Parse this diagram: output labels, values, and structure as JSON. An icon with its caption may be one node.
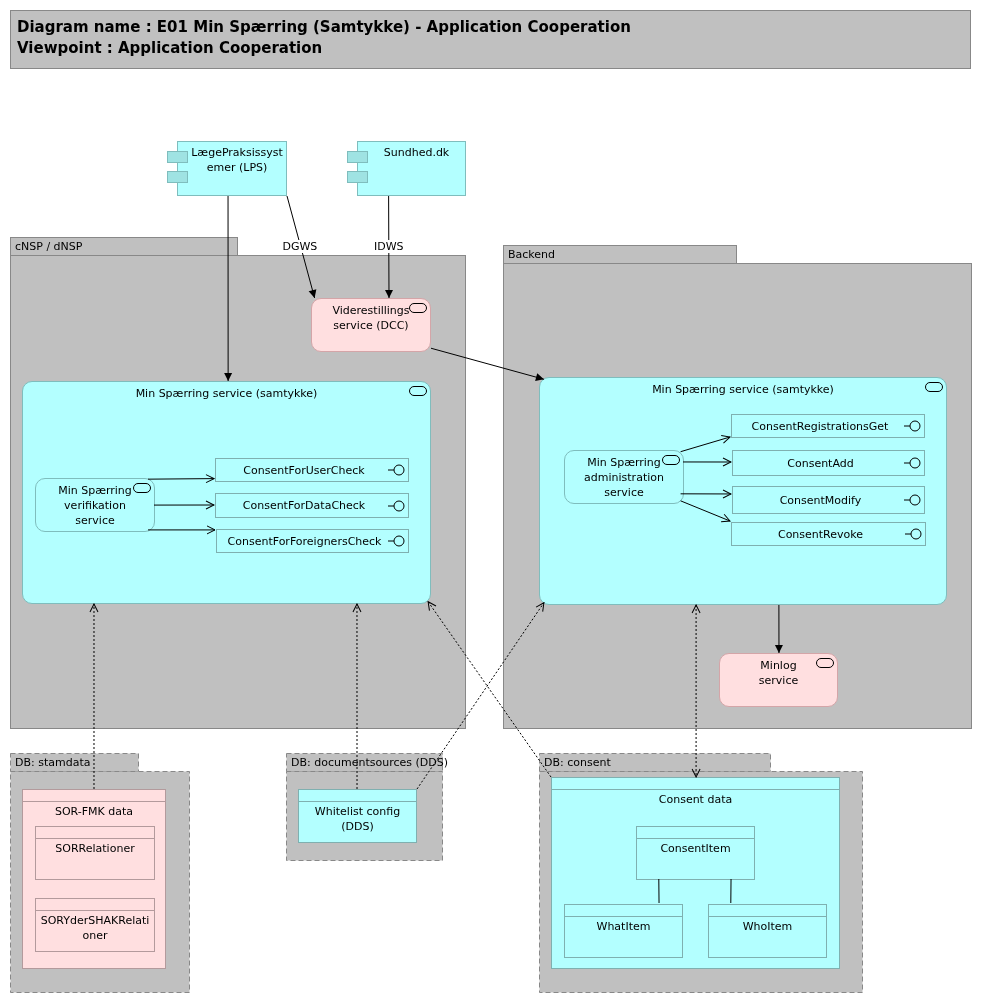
{
  "diagram": {
    "title": "Diagram name : E01 Min Spærring (Samtykke) - Application Cooperation",
    "nodes": [
      {
        "text": [
          "LægePraksissystemer (LPS)"
        ]
      },
      {
        "text": [
          "Sundhed.dk"
        ]
      },
      {
        "text": [
          "cNSP / dNSP"
        ]
      },
      {
        "text": [
          "Viderestillings service (DCC)"
        ],
        "in": 2
      },
      {
        "text": [
          "Min Spærring service (samtykke)"
        ],
        "in": 2
      },
      {
        "text": [
          "Min Spærring verifikation service"
        ],
        "in": 4
      },
      {
        "text": [
          "ConsentForUserCheck"
        ],
        "in": 4
      },
      {
        "text": [
          "ConsentForDataCheck"
        ],
        "in": 4
      },
      {
        "text": [
          "ConsentForForeignersCheck"
        ],
        "in": 4
      },
      {
        "text": [
          "Backend"
        ]
      },
      {
        "text": [
          "Min Spærring service (samtykke)"
        ],
        "in": 9
      },
      {
        "text": [
          "Min Spærring administration service"
        ],
        "in": 10
      },
      {
        "text": [
          "ConsentRegistrationsGet"
        ],
        "in": 10
      },
      {
        "text": [
          "ConsentAdd"
        ],
        "in": 10
      },
      {
        "text": [
          "ConsentModify"
        ],
        "in": 10
      },
      {
        "text": [
          "ConsentRevoke"
        ],
        "in": 10
      },
      {
        "text": [
          "Minlog service"
        ],
        "in": 9
      },
      {
        "text": [
          "DB: stamdata"
        ]
      },
      {
        "text": [
          "SOR-FMK data"
        ],
        "in": 17
      },
      {
        "text": [
          "SORRelationer"
        ],
        "in": 18
      },
      {
        "text": [
          "SORYderSHAKRelationer"
        ],
        "in": 18
      },
      {
        "text": [
          "DB: documentsources (DDS)"
        ]
      },
      {
        "text": [
          "Whitelist config (DDS)"
        ],
        "in": 21
      },
      {
        "text": [
          "DB: consent"
        ]
      },
      {
        "text": [
          "Consent data"
        ],
        "in": 23
      },
      {
        "text": [
          "ConsentItem"
        ],
        "in": 24
      },
      {
        "text": [
          "WhatItem"
        ],
        "in": 24
      },
      {
        "text": [
          "WhoItem"
        ],
        "in": 24
      }
    ],
    "edges": [
      {
        "from": 0,
        "to": 4,
        "arrow": "to"
      },
      {
        "from": 0,
        "to": 3,
        "arrow": "to",
        "label": "DGWS"
      },
      {
        "from": 1,
        "to": 3,
        "arrow": "to",
        "label": "IDWS"
      },
      {
        "from": 3,
        "to": 10,
        "arrow": "to"
      },
      {
        "from": 5,
        "to": 6,
        "arrow": "to"
      },
      {
        "from": 5,
        "to": 7,
        "arrow": "to"
      },
      {
        "from": 5,
        "to": 8,
        "arrow": "to"
      },
      {
        "from": 11,
        "to": 12,
        "arrow": "to"
      },
      {
        "from": 11,
        "to": 13,
        "arrow": "to"
      },
      {
        "from": 11,
        "to": 14,
        "arrow": "to"
      },
      {
        "from": 11,
        "to": 15,
        "arrow": "to"
      },
      {
        "from": 10,
        "to": 16,
        "arrow": "to"
      },
      {
        "from": 18,
        "to": 4,
        "arrow": "to",
        "style": "dashed"
      },
      {
        "from": 22,
        "to": 4,
        "arrow": "to",
        "style": "dashed"
      },
      {
        "from": 22,
        "to": 10,
        "arrow": "to",
        "style": "dashed"
      },
      {
        "from": 24,
        "to": 4,
        "arrow": "to",
        "style": "dashed"
      },
      {
        "from": 10,
        "to": 24,
        "arrow": "both",
        "style": "dashed"
      },
      {
        "from": 25,
        "to": 26,
        "arrow": "none"
      },
      {
        "from": 25,
        "to": 27,
        "arrow": "none"
      }
    ],
    "labels": [
      "Viewpoint : Application Cooperation"
    ]
  }
}
